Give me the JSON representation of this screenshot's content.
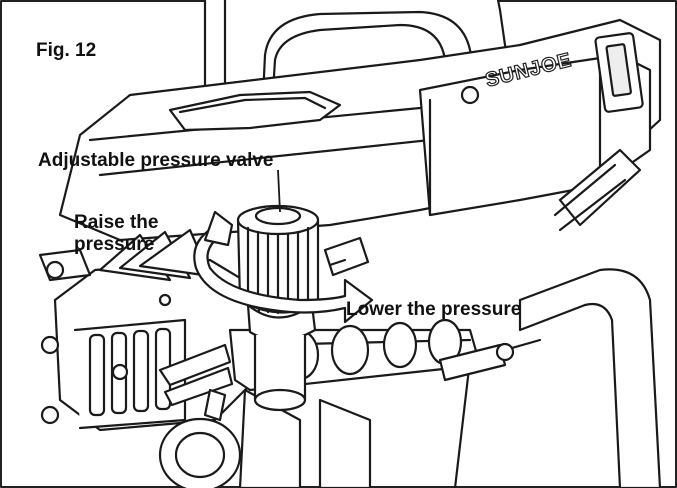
{
  "figure": {
    "label": "Fig. 12",
    "brand": "SUNJOE"
  },
  "callouts": {
    "valve": "Adjustable pressure valve",
    "raise_line1": "Raise the",
    "raise_line2": "pressure",
    "lower": "Lower the pressure"
  },
  "colors": {
    "line": "#1a1a1a",
    "background": "#ffffff",
    "arrow_fill": "#ffffff"
  },
  "icons": [
    "pressure-valve-knob",
    "rotation-arrow"
  ]
}
